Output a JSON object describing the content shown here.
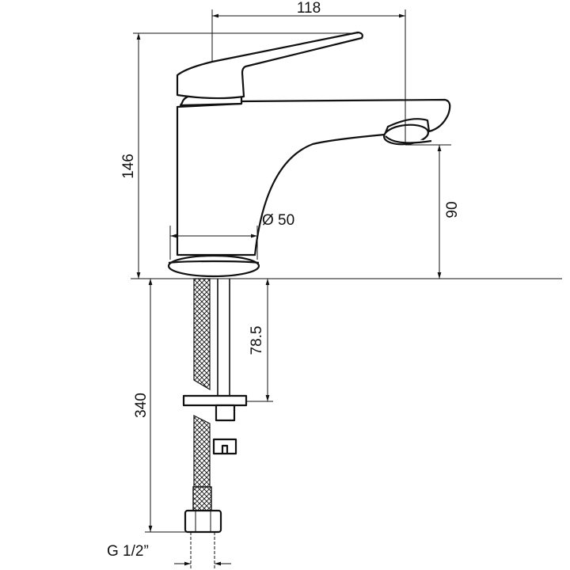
{
  "dimensions": {
    "width_118": "118",
    "height_146": "146",
    "spout_height_90": "90",
    "base_diameter": "Ø 50",
    "pipe_length": "78.5",
    "hose_length": "340",
    "connection_thread": "G 1/2”"
  }
}
